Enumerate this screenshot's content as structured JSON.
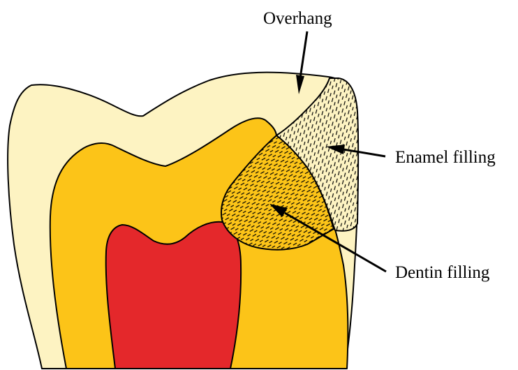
{
  "labels": {
    "overhang": "Overhang",
    "enamel_filling": "Enamel filling",
    "dentin_filling": "Dentin filling"
  },
  "colors": {
    "enamel": "#fdf3c2",
    "dentin": "#fcc418",
    "pulp": "#e4282b",
    "outline": "#000000",
    "background": "#ffffff"
  }
}
